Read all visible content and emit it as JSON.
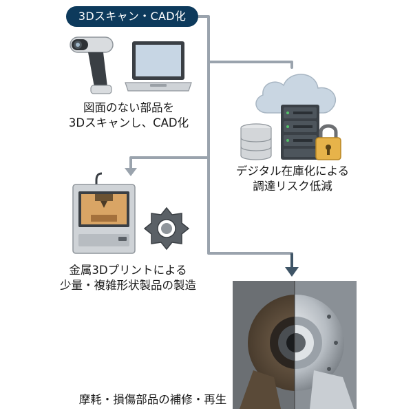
{
  "header": {
    "label": "3Dスキャン・CAD化"
  },
  "steps": [
    {
      "id": "scan",
      "caption": [
        "図面のない部品を",
        "3Dスキャンし、CAD化"
      ],
      "icons": [
        "handheld-3d-scanner-icon",
        "laptop-icon"
      ]
    },
    {
      "id": "digital",
      "caption": [
        "デジタル在庫化による",
        "調達リスク低減"
      ],
      "icons": [
        "cloud-icon",
        "database-icon",
        "server-rack-icon",
        "padlock-icon"
      ]
    },
    {
      "id": "print",
      "caption": [
        "金属3Dプリントによる",
        "少量・複雑形状製品の製造"
      ],
      "icons": [
        "3d-printer-icon",
        "metal-gear-part-icon"
      ]
    },
    {
      "id": "repair",
      "caption": [
        "摩耗・損傷部品の補修・再生"
      ],
      "icons": [
        "turbine-housing-before-after-photo"
      ]
    }
  ],
  "colors": {
    "pill": "#0d3a5c",
    "connector": "#9aa3ad",
    "arrow_down": "#3e5466"
  }
}
